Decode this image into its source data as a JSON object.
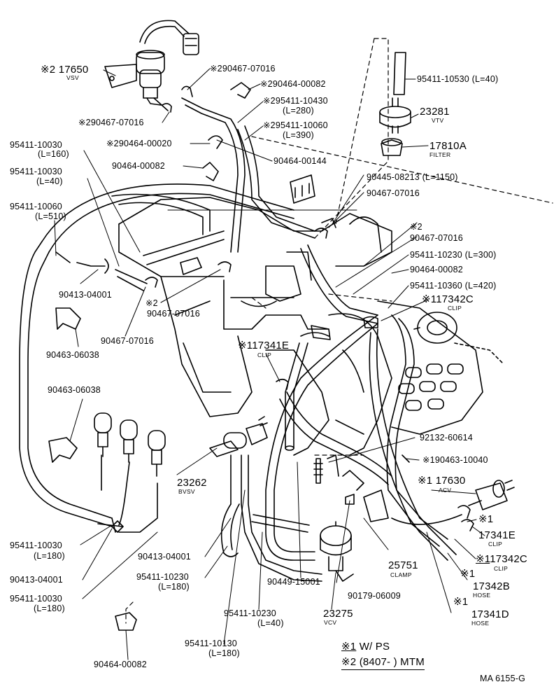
{
  "parts": [
    {
      "mark": "※2",
      "num": "17650",
      "sub": "VSV"
    },
    {
      "mark": "※2",
      "num": "90467-07016"
    },
    {
      "mark": "※2",
      "num": "90464-00082"
    },
    {
      "mark": "※2",
      "num": "95411-10430",
      "len": "(L=280)"
    },
    {
      "mark": "※2",
      "num": "95411-10060",
      "len": "(L=390)"
    },
    {
      "mark": "※2",
      "num": "90467-07016"
    },
    {
      "mark": "※2",
      "num": "90464-00020"
    },
    {
      "num": "95411-10530",
      "len": "(L=40)"
    },
    {
      "num": "23281",
      "sub": "VTV"
    },
    {
      "num": "17810A",
      "sub": "FILTER"
    },
    {
      "num": "95411-10030",
      "len": "(L=160)"
    },
    {
      "num": "95411-10030",
      "len": "(L=40)"
    },
    {
      "num": "90464-00082"
    },
    {
      "num": "90464-00144"
    },
    {
      "num": "90445-08213",
      "len": "(L=1150)"
    },
    {
      "num": "90467-07016"
    },
    {
      "num": "95411-10060",
      "len": "(L=510)"
    },
    {
      "mark": "※2",
      "num": "90467-07016"
    },
    {
      "num": "95411-10230",
      "len": "(L=300)"
    },
    {
      "num": "90464-00082"
    },
    {
      "num": "95411-10360",
      "len": "(L=420)"
    },
    {
      "num": "90413-04001"
    },
    {
      "mark": "※1",
      "num": "17342C",
      "sub": "CLIP"
    },
    {
      "mark": "※2",
      "num": "90467-07016"
    },
    {
      "num": "90463-06038"
    },
    {
      "num": "90467-07016"
    },
    {
      "mark": "※1",
      "num": "17341E",
      "sub": "CLIP"
    },
    {
      "num": "90463-06038"
    },
    {
      "num": "92132-60614"
    },
    {
      "mark": "※1",
      "num": "90463-10040"
    },
    {
      "num": "23262",
      "sub": "BVSV"
    },
    {
      "mark": "※1",
      "num": "17630",
      "sub": "ACV"
    },
    {
      "mark": "※1",
      "num": "17341E",
      "sub": "CLIP"
    },
    {
      "num": "95411-10030",
      "len": "(L=180)"
    },
    {
      "num": "90413-04001"
    },
    {
      "mark": "※1",
      "num": "17342C",
      "sub": "CLIP"
    },
    {
      "num": "90413-04001"
    },
    {
      "num": "95411-10230",
      "len": "(L=180)"
    },
    {
      "num": "25751",
      "sub": "CLAMP"
    },
    {
      "mark": "※1",
      "num": "17342B",
      "sub": "HOSE"
    },
    {
      "num": "95411-10030",
      "len": "(L=180)"
    },
    {
      "num": "90449-15001"
    },
    {
      "num": "90179-06009"
    },
    {
      "mark": "※1",
      "num": "17341D",
      "sub": "HOSE"
    },
    {
      "num": "95411-10230",
      "len": "(L=40)"
    },
    {
      "num": "23275",
      "sub": "VCV"
    },
    {
      "num": "95411-10130",
      "len": "(L=180)"
    },
    {
      "num": "90464-00082"
    }
  ],
  "legend": {
    "mark1": "※1",
    "text1": "W/ PS",
    "mark2": "※2",
    "text2": "(8407-       ) MTM"
  },
  "code": "MA 6155-G"
}
